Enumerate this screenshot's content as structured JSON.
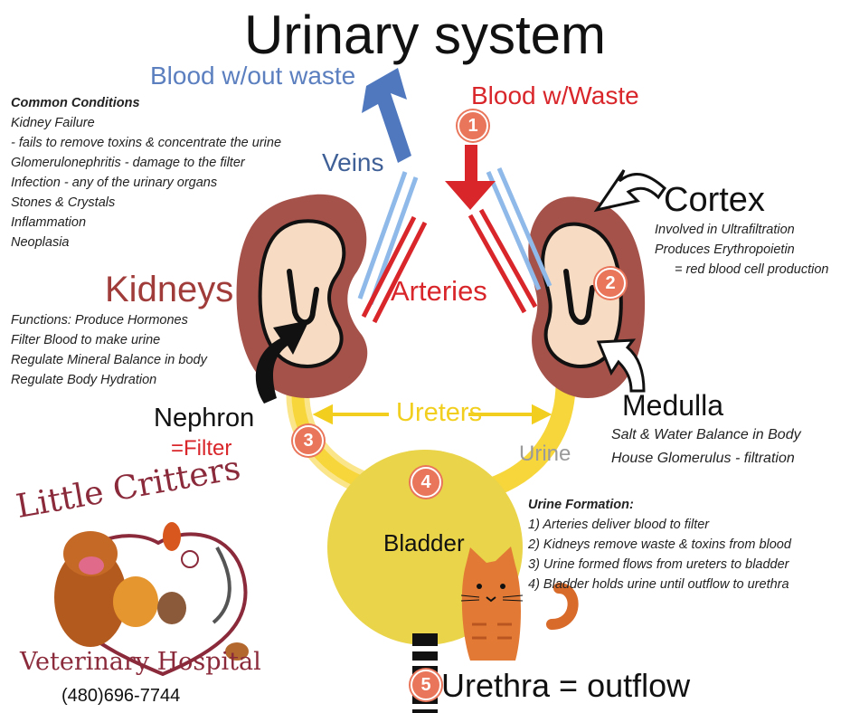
{
  "title": "Urinary system",
  "labels": {
    "blood_out": "Blood w/out waste",
    "blood_in": "Blood w/Waste",
    "veins": "Veins",
    "arteries": "Arteries",
    "kidneys": "Kidneys",
    "cortex": "Cortex",
    "medulla": "Medulla",
    "nephron": "Nephron",
    "filter": "=Filter",
    "ureters": "Ureters",
    "urine": "Urine",
    "bladder": "Bladder",
    "urethra": "Urethra = outflow"
  },
  "badges": [
    "1",
    "2",
    "3",
    "4",
    "5"
  ],
  "conditions": {
    "heading": "Common Conditions",
    "items": [
      "Kidney Failure",
      "- fails to remove toxins & concentrate the urine",
      "Glomerulonephritis - damage to the filter",
      "Infection - any of the urinary organs",
      "Stones & Crystals",
      "Inflammation",
      "Neoplasia"
    ]
  },
  "functions": [
    "Functions: Produce Hormones",
    "Filter Blood to make urine",
    "Regulate Mineral Balance in body",
    "Regulate Body Hydration"
  ],
  "cortex_notes": [
    "Involved in Ultrafiltration",
    "Produces Erythropoietin",
    "= red blood cell production"
  ],
  "medulla_notes": [
    "Salt & Water Balance in Body",
    "House Glomerulus - filtration"
  ],
  "urine_formation": {
    "heading": "Urine Formation:",
    "steps": [
      "1) Arteries deliver blood to filter",
      "2) Kidneys remove waste & toxins from blood",
      "3) Urine formed flows from ureters to bladder",
      "4) Bladder holds urine until outflow to urethra"
    ]
  },
  "logo": {
    "line1": "Little Critters",
    "line2": "Veterinary Hospital",
    "phone": "(480)696-7744"
  },
  "colors": {
    "blue": "#5b7fbf",
    "red": "#d8262b",
    "kidney_outer": "#a5524a",
    "kidney_inner": "#f7dcc3",
    "bladder": "#ead44a",
    "ureter": "#f6d63a",
    "badge": "#e9755a"
  }
}
